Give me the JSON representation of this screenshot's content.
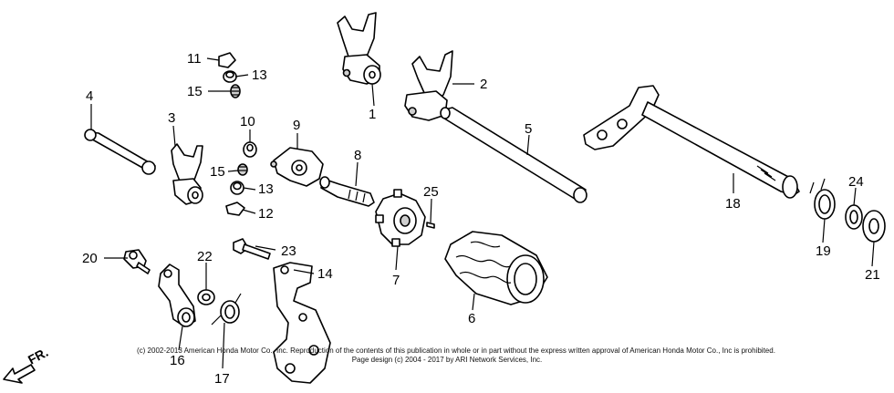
{
  "diagram": {
    "callouts": [
      {
        "id": "c1",
        "label": "1"
      },
      {
        "id": "c2",
        "label": "2"
      },
      {
        "id": "c3",
        "label": "3"
      },
      {
        "id": "c4",
        "label": "4"
      },
      {
        "id": "c5",
        "label": "5"
      },
      {
        "id": "c6",
        "label": "6"
      },
      {
        "id": "c7",
        "label": "7"
      },
      {
        "id": "c8",
        "label": "8"
      },
      {
        "id": "c9",
        "label": "9"
      },
      {
        "id": "c10",
        "label": "10"
      },
      {
        "id": "c11",
        "label": "11"
      },
      {
        "id": "c12",
        "label": "12"
      },
      {
        "id": "c13a",
        "label": "13"
      },
      {
        "id": "c13b",
        "label": "13"
      },
      {
        "id": "c14",
        "label": "14"
      },
      {
        "id": "c15a",
        "label": "15"
      },
      {
        "id": "c15b",
        "label": "15"
      },
      {
        "id": "c16",
        "label": "16"
      },
      {
        "id": "c17",
        "label": "17"
      },
      {
        "id": "c18",
        "label": "18"
      },
      {
        "id": "c19",
        "label": "19"
      },
      {
        "id": "c20",
        "label": "20"
      },
      {
        "id": "c21",
        "label": "21"
      },
      {
        "id": "c22",
        "label": "22"
      },
      {
        "id": "c23",
        "label": "23"
      },
      {
        "id": "c24",
        "label": "24"
      },
      {
        "id": "c25",
        "label": "25"
      }
    ],
    "direction_label": "FR.",
    "copyright_line1": "(c) 2002-2013 American Honda Motor Co., Inc. Reproduction of the contents of this publication in whole or in part without the express written approval of American Honda Motor Co., Inc is prohibited.",
    "copyright_line2": "Page design (c) 2004 - 2017 by ARI Network Services, Inc."
  }
}
